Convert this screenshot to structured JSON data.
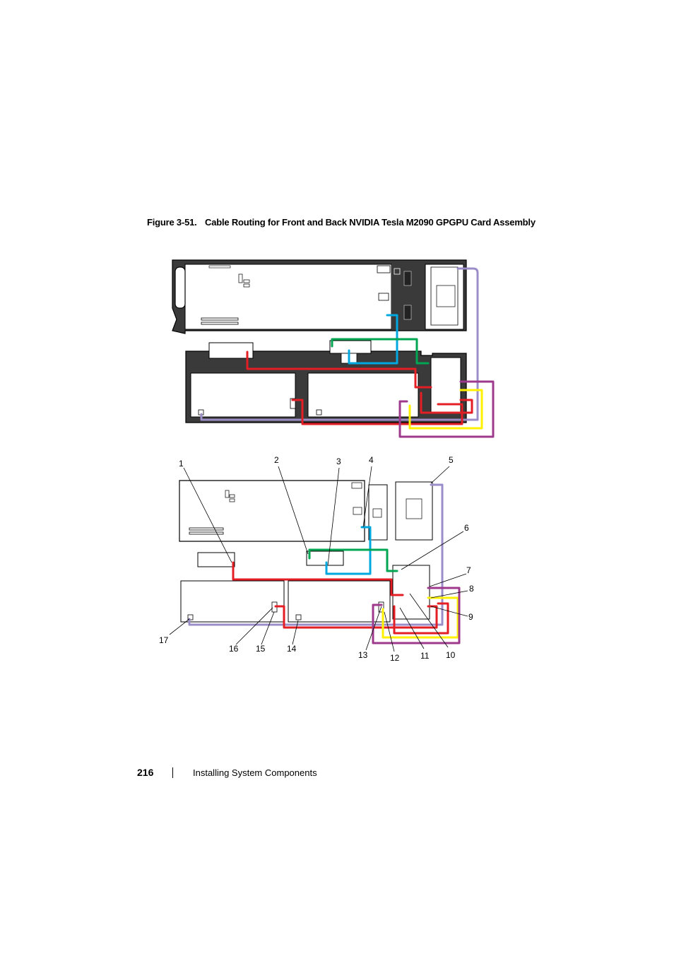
{
  "caption": {
    "figure_number": "Figure 3-51.",
    "title": "Cable Routing for Front and Back NVIDIA Tesla M2090 GPGPU Card Assembly"
  },
  "callouts": [
    "1",
    "2",
    "3",
    "4",
    "5",
    "6",
    "7",
    "8",
    "9",
    "10",
    "11",
    "12",
    "13",
    "14",
    "15",
    "16",
    "17"
  ],
  "footer": {
    "page_number": "216",
    "section_title": "Installing System Components"
  },
  "cable_colors": {
    "red": "#e31e24",
    "blue": "#00a8e0",
    "green": "#00a651",
    "purple": "#9e3a8c",
    "lavender": "#9b8ec8",
    "yellow": "#fff200",
    "chassis": "#3a3a3a"
  }
}
